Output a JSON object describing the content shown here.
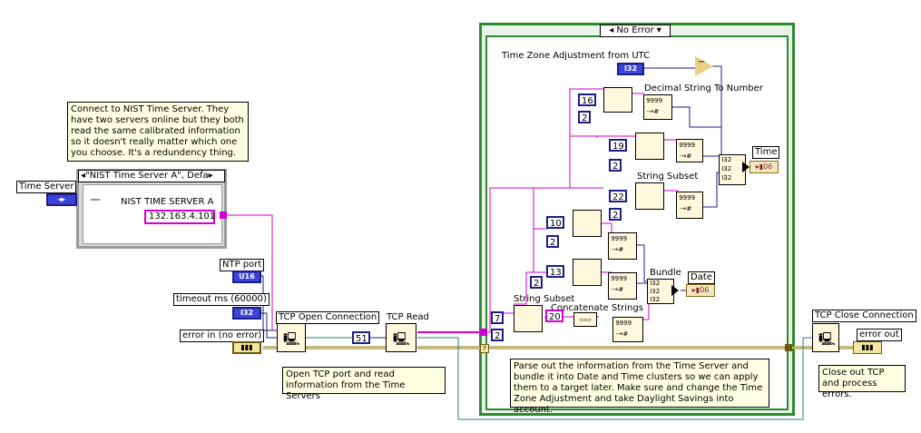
{
  "case_left": {
    "selector": "\"NIST Time Server A\", Defa",
    "label": "NIST TIME SERVER A",
    "value": "132.163.4.101"
  },
  "case_right": {
    "selector": "No Error"
  },
  "controls": {
    "time_server": "Time Server",
    "ntp_port": "NTP port",
    "ntp_port_type": "U16",
    "timeout": "timeout ms (60000)",
    "timeout_type": "I32",
    "error_in": "error in (no error)",
    "tz_label": "Time Zone Adjustment from UTC",
    "tz_type": "I32"
  },
  "nodes": {
    "tcp_open": "TCP Open Connection",
    "tcp_read": "TCP Read",
    "tcp_close": "TCP Close Connection",
    "string_subset_1": "String Subset",
    "string_subset_2": "String Subset",
    "concat": "Concatenate Strings",
    "decimal": "Decimal String To Number",
    "bundle": "Bundle"
  },
  "indicators": {
    "time": "Time",
    "date": "Date",
    "error_out": "error out"
  },
  "constants": {
    "read_bytes": "51",
    "n16": "16",
    "n2a": "2",
    "n19": "19",
    "n2b": "2",
    "n22": "22",
    "n2c": "2",
    "n10": "10",
    "n2d": "2",
    "n13": "13",
    "n2e": "2",
    "n7": "7",
    "n2f": "2",
    "n20": "20"
  },
  "notes": {
    "connect": "Connect to NIST Time Server. They have two servers online but they both read the same calibrated information so it doesn't really matter which one you choose. It's a redundency thing.",
    "open_read": "Open TCP port and read information from the Time Servers",
    "parse": "Parse out the information from the Time Server and bundle it into Date and Time clusters so we can apply them to a target later. Make sure and change the Time Zone Adjustment and take Daylight Savings into account.",
    "close": "Close out TCP and process errors."
  },
  "colors": {
    "string_wire": "#d100d1",
    "number_wire": "#1d1d8a",
    "error_wire": "#8c7a1e",
    "refnum_wire": "#2f7f7f",
    "frame": "#2f8a2f"
  }
}
